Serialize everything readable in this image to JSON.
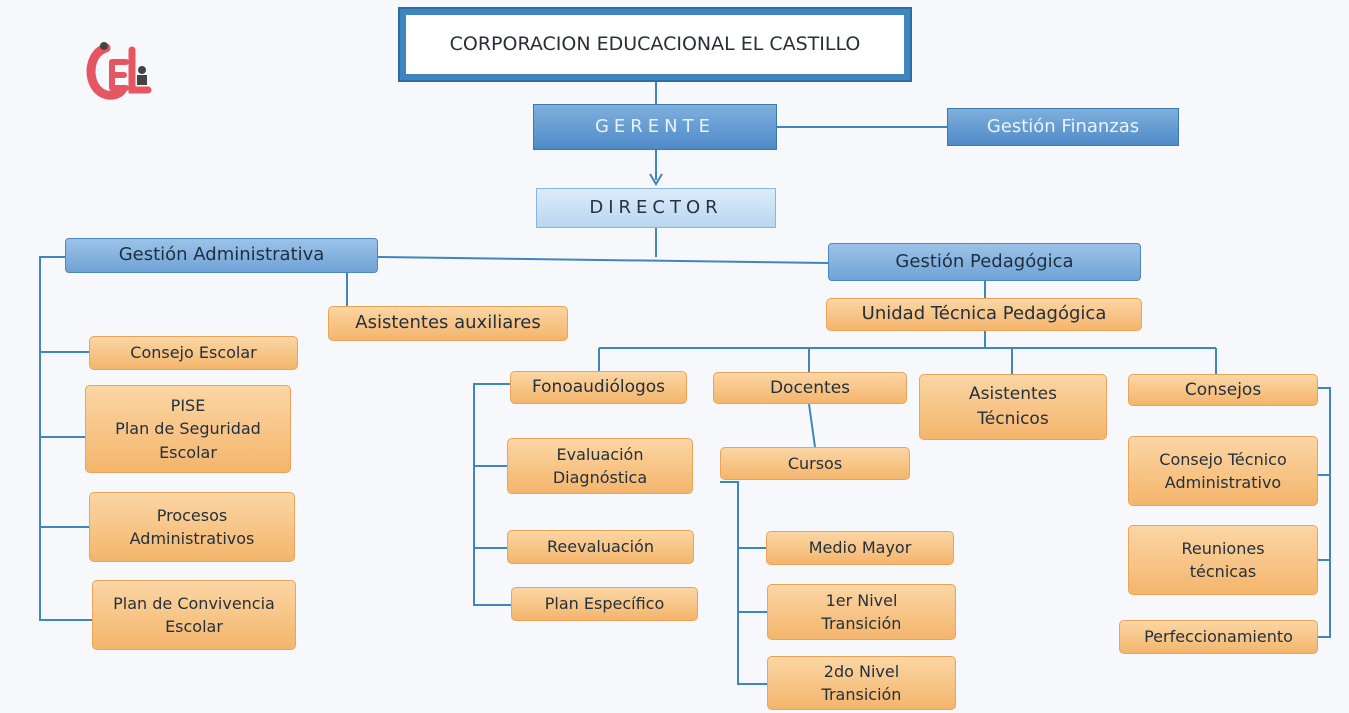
{
  "title": "CORPORACION EDUCACIONAL EL CASTILLO",
  "gerente": "GERENTE",
  "finanzas": "Gestión Finanzas",
  "director": "DIRECTOR",
  "gestion_administrativa": "Gestión Administrativa",
  "asistentes_auxiliares": "Asistentes auxiliares",
  "admin_items": [
    "Consejo Escolar",
    "PISE\nPlan de Seguridad\nEscolar",
    "Procesos\nAdministrativos",
    "Plan de Convivencia\nEscolar"
  ],
  "gestion_pedagogica": "Gestión Pedagógica",
  "utp": "Unidad Técnica Pedagógica",
  "fonoaudiologos": "Fonoaudiólogos",
  "fono_items": [
    "Evaluación\nDiagnóstica",
    "Reevaluación",
    "Plan Específico"
  ],
  "docentes": "Docentes",
  "cursos": "Cursos",
  "cursos_items": [
    "Medio Mayor",
    "1er Nivel\nTransición",
    "2do Nivel\nTransición"
  ],
  "asistentes_tecnicos": "Asistentes\nTécnicos",
  "consejos": "Consejos",
  "consejos_items": [
    "Consejo Técnico\nAdministrativo",
    "Reuniones\ntécnicas",
    "Perfeccionamiento"
  ],
  "colors": {
    "connector": "#3f86be",
    "orange": "#f4b56c",
    "blue_dark": "#4f8ac8",
    "blue_light": "#cfe3f5"
  }
}
